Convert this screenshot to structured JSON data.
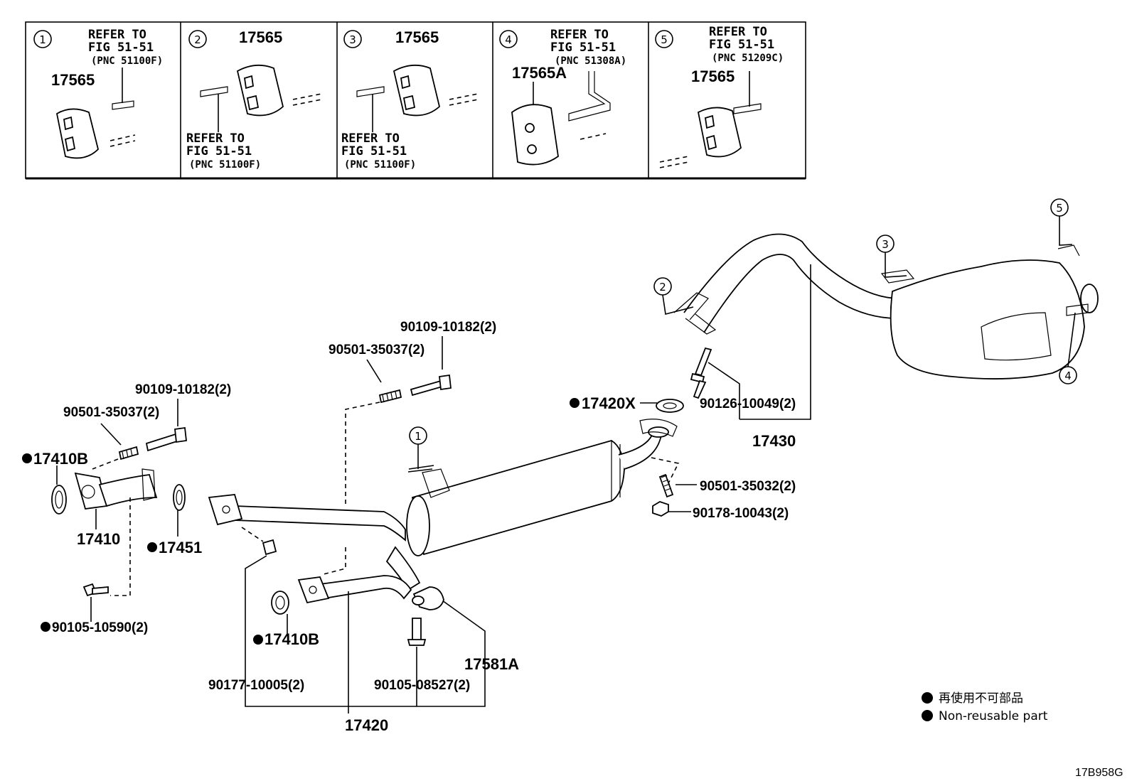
{
  "insets": [
    {
      "num": "1",
      "part": "17565",
      "ref": [
        "REFER TO",
        "FIG 51-51",
        "(PNC 51100F)"
      ]
    },
    {
      "num": "2",
      "part": "17565",
      "ref": [
        "REFER TO",
        "FIG 51-51",
        "(PNC 51100F)"
      ]
    },
    {
      "num": "3",
      "part": "17565",
      "ref": [
        "REFER TO",
        "FIG 51-51",
        "(PNC 51100F)"
      ]
    },
    {
      "num": "4",
      "part": "17565A",
      "ref": [
        "REFER TO",
        "FIG 51-51",
        "(PNC 51308A)"
      ]
    },
    {
      "num": "5",
      "part": "17565",
      "ref": [
        "REFER TO",
        "FIG 51-51",
        "(PNC 51209C)"
      ]
    }
  ],
  "callouts": {
    "c1": "1",
    "c2": "2",
    "c3": "3",
    "c4": "4",
    "c5": "5"
  },
  "labels": {
    "p90109_top": "90109-10182(2)",
    "p90501_top": "90501-35037(2)",
    "p90109_left": "90109-10182(2)",
    "p90501_left": "90501-35037(2)",
    "p17410B_top": "17410B",
    "p17410": "17410",
    "p17451": "17451",
    "p90105_10590": "90105-10590(2)",
    "p17410B_bottom": "17410B",
    "p90177": "90177-10005(2)",
    "p90105_08527": "90105-08527(2)",
    "p17581A": "17581A",
    "p17420": "17420",
    "p17420X": "17420X",
    "p90126": "90126-10049(2)",
    "p17430": "17430",
    "p90501_35032": "90501-35032(2)",
    "p90178": "90178-10043(2)"
  },
  "legend": {
    "line1": "再使用不可部品",
    "line2": "Non-reusable part"
  },
  "figure_code": "17B958G"
}
